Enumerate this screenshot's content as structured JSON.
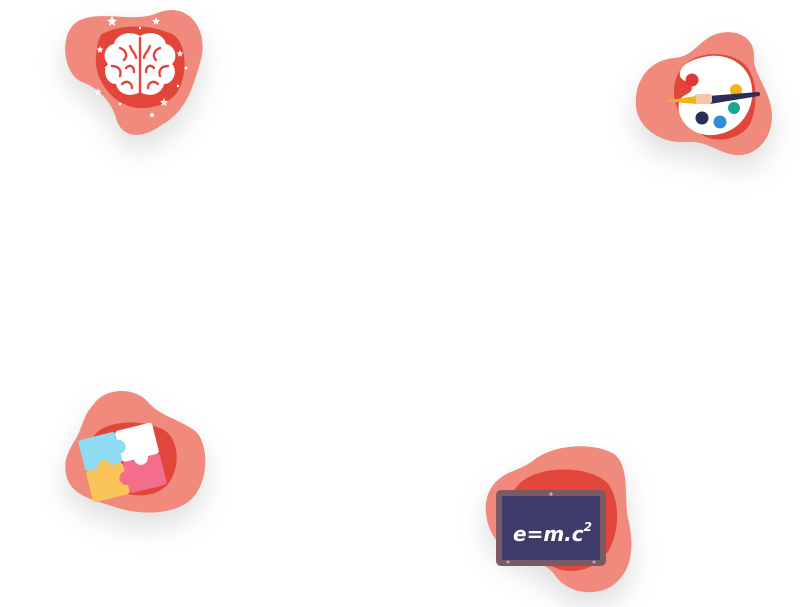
{
  "palette": {
    "blob_outer": "#ef8a7c",
    "blob_inner": "#e2453a",
    "brain_white": "#ffffff",
    "puzzle_blue": "#8ddcf3",
    "puzzle_pink": "#f36e8a",
    "puzzle_yellow": "#f9c558",
    "puzzle_white": "#ffffff",
    "chalkboard_frame": "#7b5a67",
    "chalkboard_surface": "#3e3c6a",
    "chalk_text": "#ffffff",
    "palette_board": "#ffffff",
    "paint_red": "#e0373a",
    "paint_yellow": "#f3b41a",
    "paint_teal": "#1aa88c",
    "paint_blue": "#2e8fd6",
    "paint_navy": "#2b2f55",
    "brush_handle": "#2b2f55",
    "brush_tip": "#f3b41a"
  },
  "badges": [
    {
      "id": "brain",
      "icon": "brain-icon"
    },
    {
      "id": "palette",
      "icon": "paint-palette-icon"
    },
    {
      "id": "puzzle",
      "icon": "puzzle-icon"
    },
    {
      "id": "chalkboard",
      "icon": "chalkboard-icon"
    }
  ],
  "chalkboard": {
    "formula_main": "e=m.c",
    "formula_exponent": "2"
  }
}
